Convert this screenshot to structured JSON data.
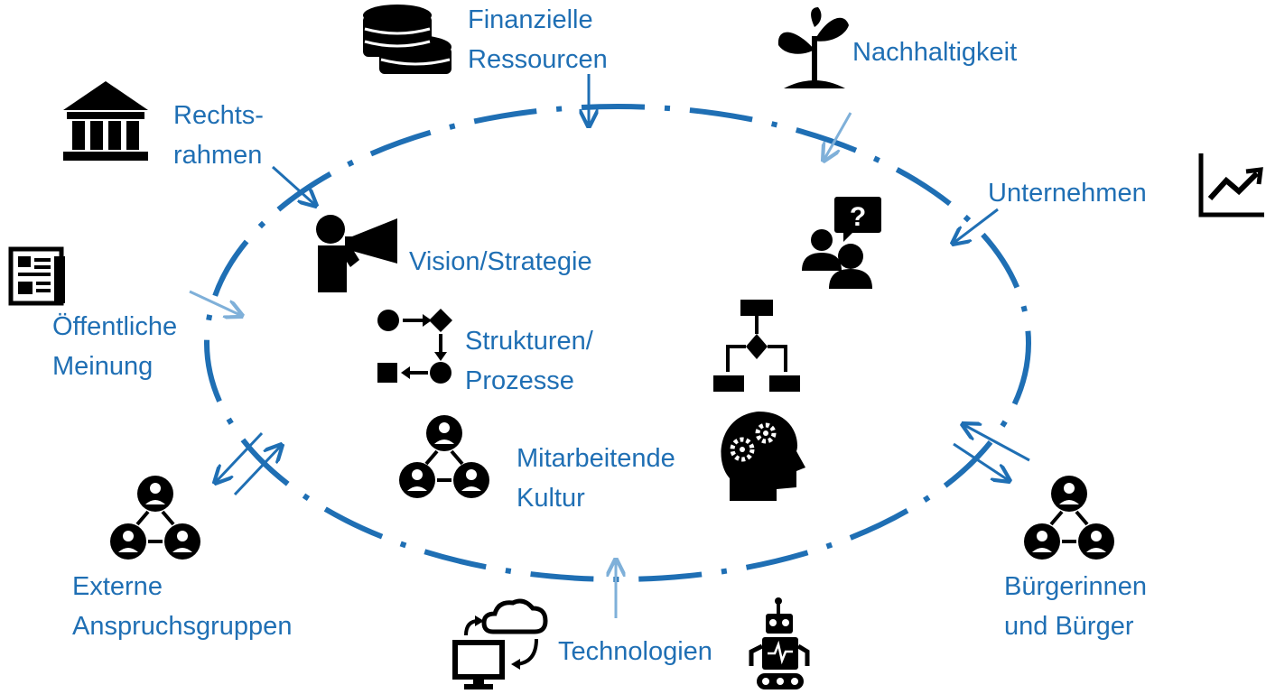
{
  "colors": {
    "accent": "#1f6fb4",
    "accent_light": "#7fb0d9",
    "icon": "#000000"
  },
  "labels": {
    "finanzielle_ressourcen": [
      "Finanzielle",
      "Ressourcen"
    ],
    "nachhaltigkeit": [
      "Nachhaltigkeit"
    ],
    "rechtsrahmen": [
      "Rechts-",
      "rahmen"
    ],
    "unternehmen": [
      "Unternehmen"
    ],
    "oeffentliche_meinung": [
      "Öffentliche",
      "Meinung"
    ],
    "vision_strategie": [
      "Vision/Strategie"
    ],
    "strukturen_prozesse": [
      "Strukturen/",
      "Prozesse"
    ],
    "mitarbeitende_kultur": [
      "Mitarbeitende",
      "Kultur"
    ],
    "externe_anspruchsgruppen": [
      "Externe",
      "Anspruchsgruppen"
    ],
    "buergerinnen_buerger": [
      "Bürgerinnen",
      "und Bürger"
    ],
    "technologien": [
      "Technologien"
    ]
  },
  "icons": [
    "coins-icon",
    "plant-icon",
    "bank-building-icon",
    "trend-chart-icon",
    "newspaper-icon",
    "megaphone-person-icon",
    "process-flow-icon",
    "question-people-icon",
    "decision-tree-icon",
    "network-people-icon",
    "head-gears-icon",
    "cloud-computer-icon",
    "robot-icon"
  ]
}
